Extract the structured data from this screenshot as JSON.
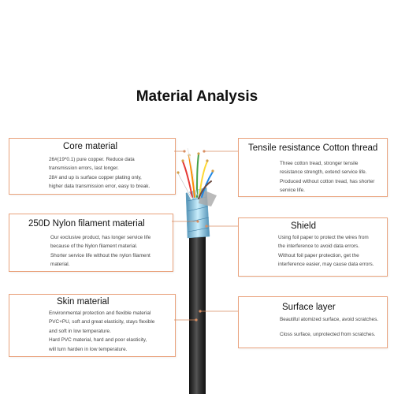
{
  "title": "Material Analysis",
  "colors": {
    "card_border": "#e9a27c",
    "leader_line": "#d98e62",
    "cable_jacket": "#2b2b2b",
    "shield_foil": "#8ecbe6"
  },
  "cards": {
    "core": {
      "title": "Core material",
      "lines": [
        "26#(19*0.1) pure copper. Reduce data",
        "transmission errors, last longer.",
        "28# and up is surface copper plating only,",
        "higher data transmission error, easy to break."
      ]
    },
    "tensile": {
      "title": "Tensile resistance Cotton thread",
      "lines": [
        "Three cotton tread, stronger tensile",
        "resistance strength, extend service life.",
        "Produced without cotton tread, has shorter",
        "service life."
      ]
    },
    "nylon": {
      "title": "250D Nylon filament material",
      "lines": [
        "Our exclusive product, has longer service life",
        "because of the Nylon filament material.",
        "Shorter service life without the nylon filament",
        "material."
      ]
    },
    "shield": {
      "title": "Shield",
      "lines": [
        "Using foil paper to protect the wires from",
        "the interference to avoid data errors.",
        "Without foil paper protection, get the",
        "interference easier, may cause data errors."
      ]
    },
    "skin": {
      "title": "Skin material",
      "lines": [
        "Environmental protection and flexible material",
        "PVC+PU, soft and great elasticity, stays flexible",
        "and soft in low temperature.",
        "Hard PVC material, hard and poor elasticity,",
        "will turn harden in low temperature."
      ]
    },
    "surface": {
      "title": "Surface layer",
      "lines": [
        "Beautiful atomized surface, avoid scratches.",
        "Closs surface, unprotected from scratches."
      ]
    }
  }
}
